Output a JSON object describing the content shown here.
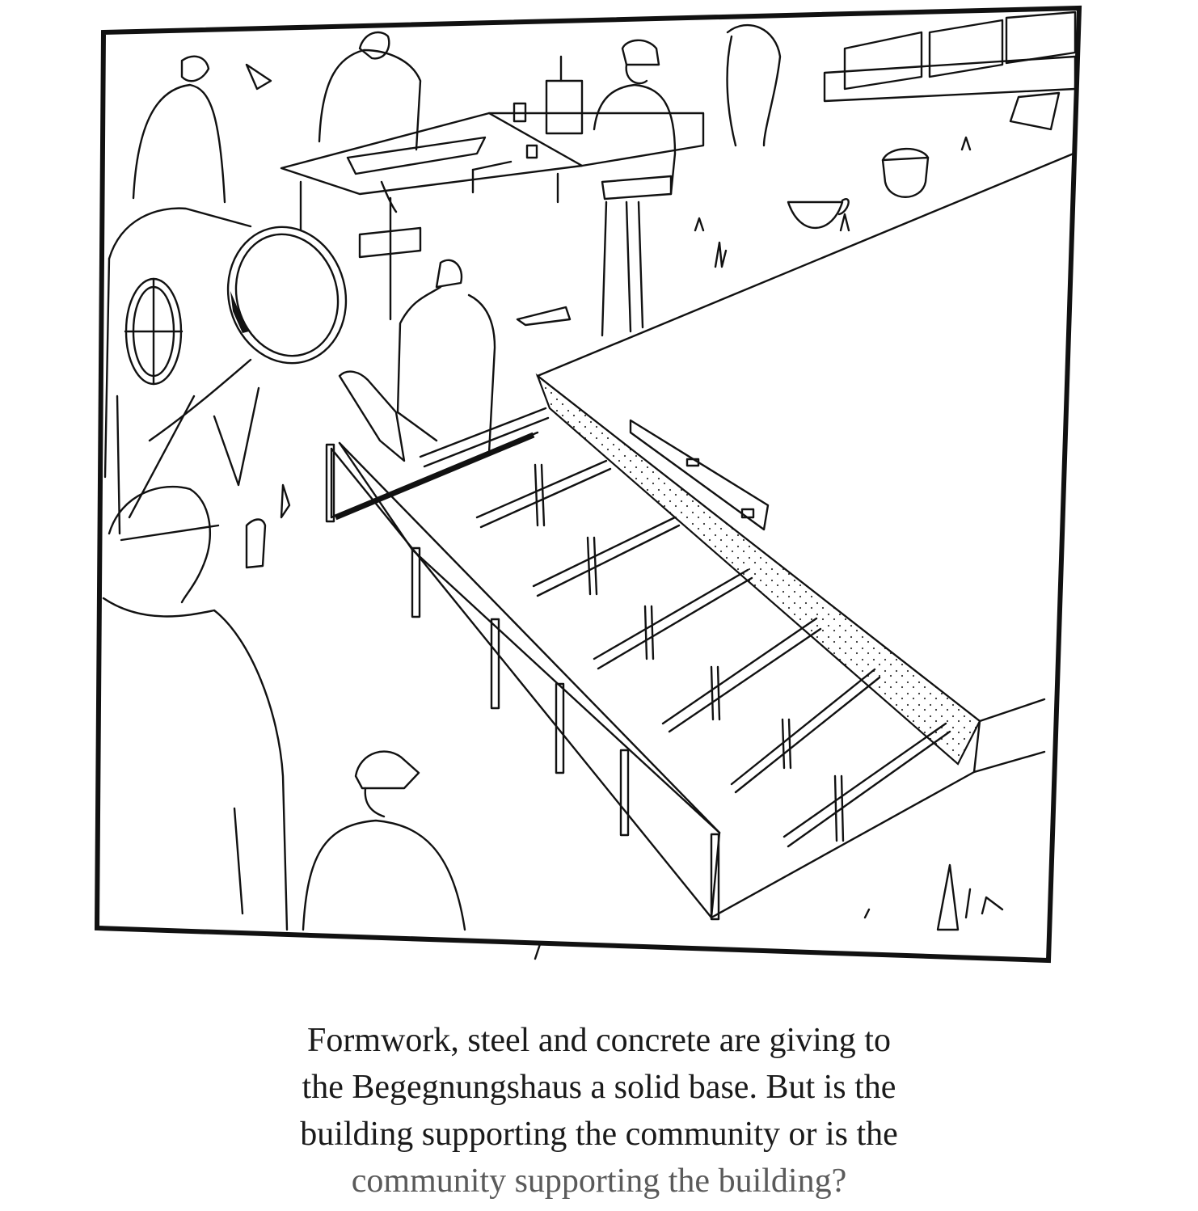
{
  "caption": {
    "lines": [
      "Formwork, steel and concrete are giving to",
      "the Begegnungshaus a solid base. But is the",
      "building supporting the community or is the",
      "community supporting the building?"
    ]
  }
}
